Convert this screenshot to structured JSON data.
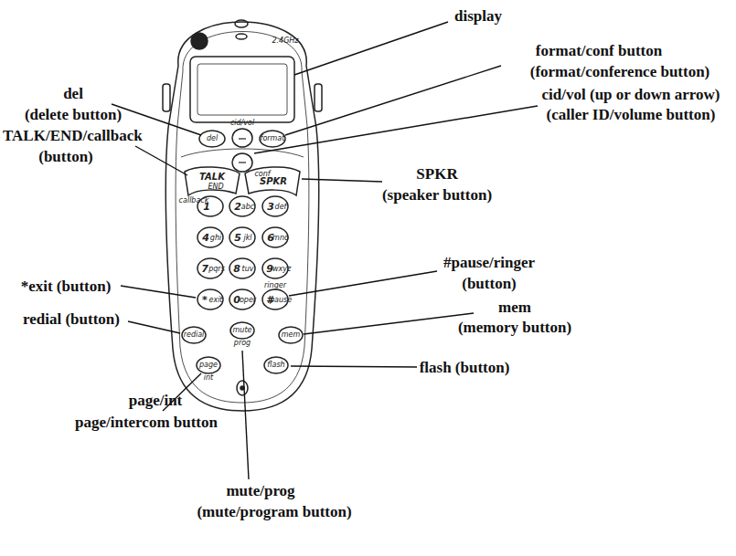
{
  "diagram": {
    "labels": [
      "display",
      "format/conf button",
      "(format/conference button)",
      "del",
      "(delete button)",
      "cid/vol (up or down arrow)",
      "(caller ID/volume button)",
      "TALK/END/callback",
      "(button)",
      "SPKR",
      "(speaker button)",
      "#pause/ringer",
      "(button)",
      "*exit (button)",
      "mem",
      "(memory button)",
      "redial (button)",
      "flash (button)",
      "page/int",
      "page/intercom button",
      "mute/prog",
      "(mute/program button)",
      "2.4GHz",
      "del",
      "cid/vol",
      "format",
      "conf",
      "TALK",
      "END",
      "callback",
      "SPKR",
      "1",
      "2",
      "abc",
      "3",
      "def",
      "4",
      "ghi",
      "5",
      "jkl",
      "6",
      "mno",
      "7",
      "pqrs",
      "8",
      "tuv",
      "9",
      "wxyz",
      "*",
      "exit",
      "0",
      "oper",
      "#",
      "pause",
      "ringer",
      "redial",
      "mute",
      "prog",
      "mem",
      "page",
      "int",
      "flash"
    ]
  }
}
